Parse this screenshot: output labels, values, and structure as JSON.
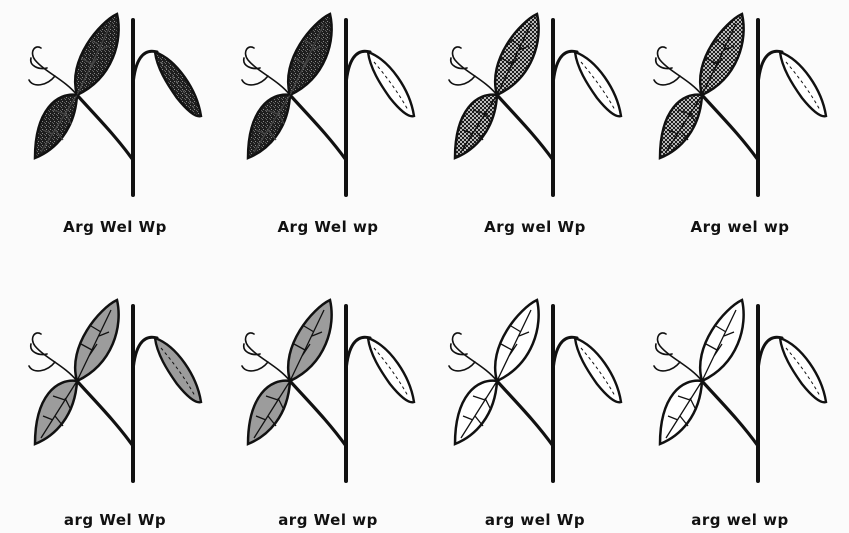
{
  "figure": {
    "panels": [
      {
        "label": "Arg Wel Wp",
        "leaf": "speckled",
        "pod": "speckled"
      },
      {
        "label": "Arg Wel wp",
        "leaf": "speckled",
        "pod": "white"
      },
      {
        "label": "Arg wel Wp",
        "leaf": "crosshatch",
        "pod": "white"
      },
      {
        "label": "Arg wel wp",
        "leaf": "crosshatch",
        "pod": "white"
      },
      {
        "label": "arg Wel Wp",
        "leaf": "grey",
        "pod": "grey"
      },
      {
        "label": "arg Wel wp",
        "leaf": "grey",
        "pod": "white"
      },
      {
        "label": "arg wel Wp",
        "leaf": "white",
        "pod": "white"
      },
      {
        "label": "arg wel wp",
        "leaf": "white",
        "pod": "white"
      }
    ],
    "colors": {
      "ink": "#111111",
      "speckled_fill": "#2a2a2a",
      "grey_fill": "#9c9c9c",
      "plain_fill": "#ffffff",
      "background": "#fbfbfb"
    }
  }
}
